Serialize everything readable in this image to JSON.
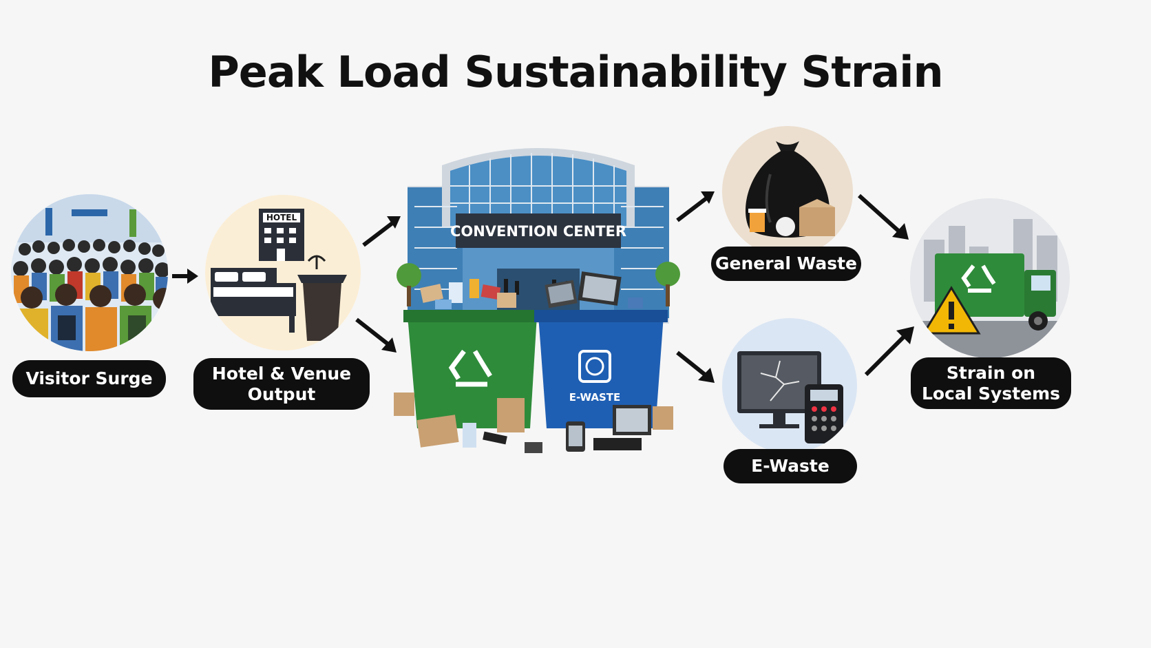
{
  "title": "Peak Load Sustainability Strain",
  "nodes": {
    "visitor_surge": {
      "label": "Visitor Surge"
    },
    "hotel_venue": {
      "label_line1": "Hotel & Venue",
      "label_line2": "Output",
      "sign": "HOTEL"
    },
    "convention_center": {
      "sign": "CONVENTION CENTER",
      "bin_label": "E-WASTE"
    },
    "general_waste": {
      "label": "General Waste"
    },
    "e_waste": {
      "label": "E-Waste"
    },
    "strain": {
      "label_line1": "Strain on",
      "label_line2": "Local Systems"
    }
  },
  "colors": {
    "green_bin": "#2e8b3a",
    "blue_bin": "#1f5fb3",
    "pill": "#0f0f0f",
    "warning": "#f2b705"
  }
}
